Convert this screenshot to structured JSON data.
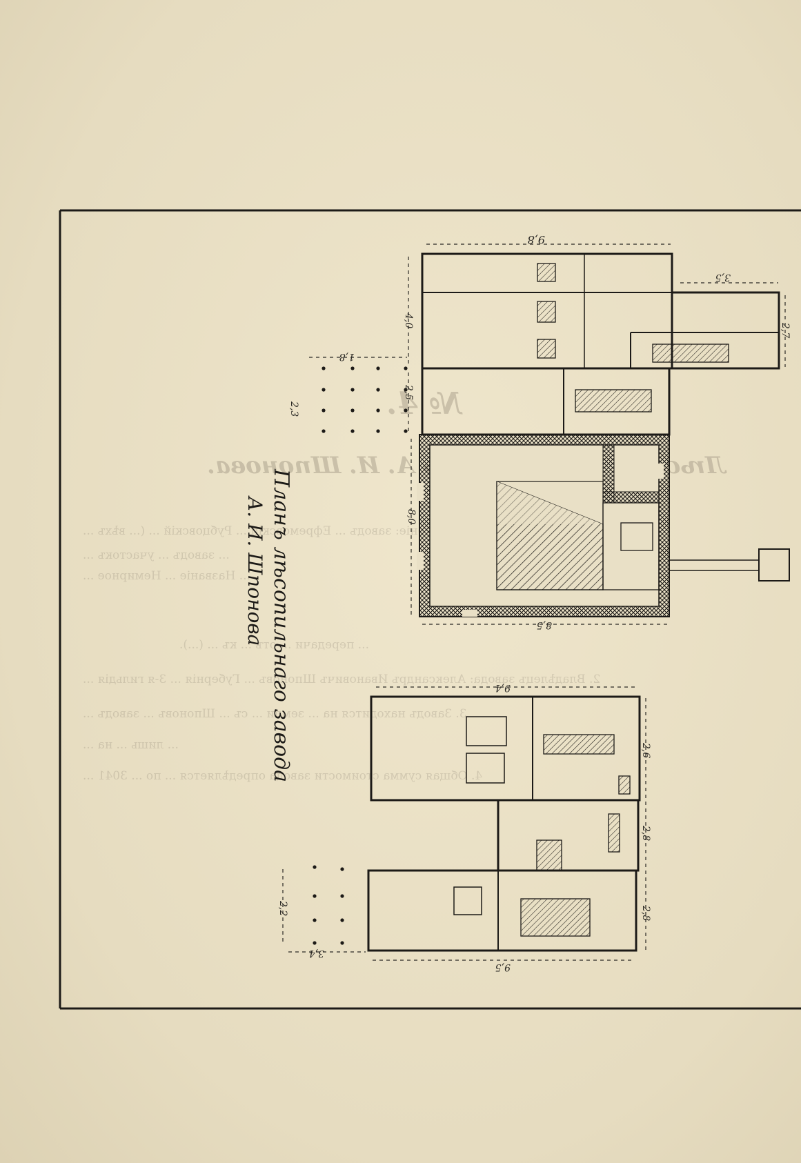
{
  "page": {
    "background_color": "#e9e0c6",
    "ink_color": "#1c1a17"
  },
  "bleed_through": {
    "number": "№ 4.",
    "title": "Лѣсопильный заводъ А. И. Шпонова.",
    "lines": [
      "1. Мѣстоположеніе: заводъ ... Ефремовскій ... Рубцовскій ... (... вѣхъ ...",
      "... заводъ ... участокъ ...",
      "... Названіе ... Немирное ...",
      "... передачи ... отъ ... къ ... (...).",
      "2. Владѣлецъ завода: Александръ Ивановичъ Шпоновъ ... Губернія ... 3-я гильдія ...",
      "3. Заводъ находится на ... земли ... съ ... Шпоновъ ... заводъ ...",
      "... лишь ... на ... ",
      "4. Общая сумма стоимости завода опредѣляется ... по ... 3041 ..."
    ]
  },
  "plan": {
    "title_line1": "Планъ лѣсопильнаго завода",
    "title_line2": "А. И. Шпонова",
    "dimensions": {
      "top_width": "9,8",
      "top_height": "4,0",
      "annex_width": "3,5",
      "annex_height": "2,7",
      "dots_top_width": "1,8",
      "dots_top_side": "2,5",
      "dots_top_gap": "2,3",
      "main_height": "8,0",
      "main_width": "8,5",
      "bottom_width": "9,4",
      "bottom_seg1": "2,6",
      "bottom_seg2": "2,8",
      "bottom_seg3": "2,8",
      "bottom_base": "9,5",
      "dots_bottom_width": "3,4",
      "dots_bottom_side": "2,2"
    }
  }
}
